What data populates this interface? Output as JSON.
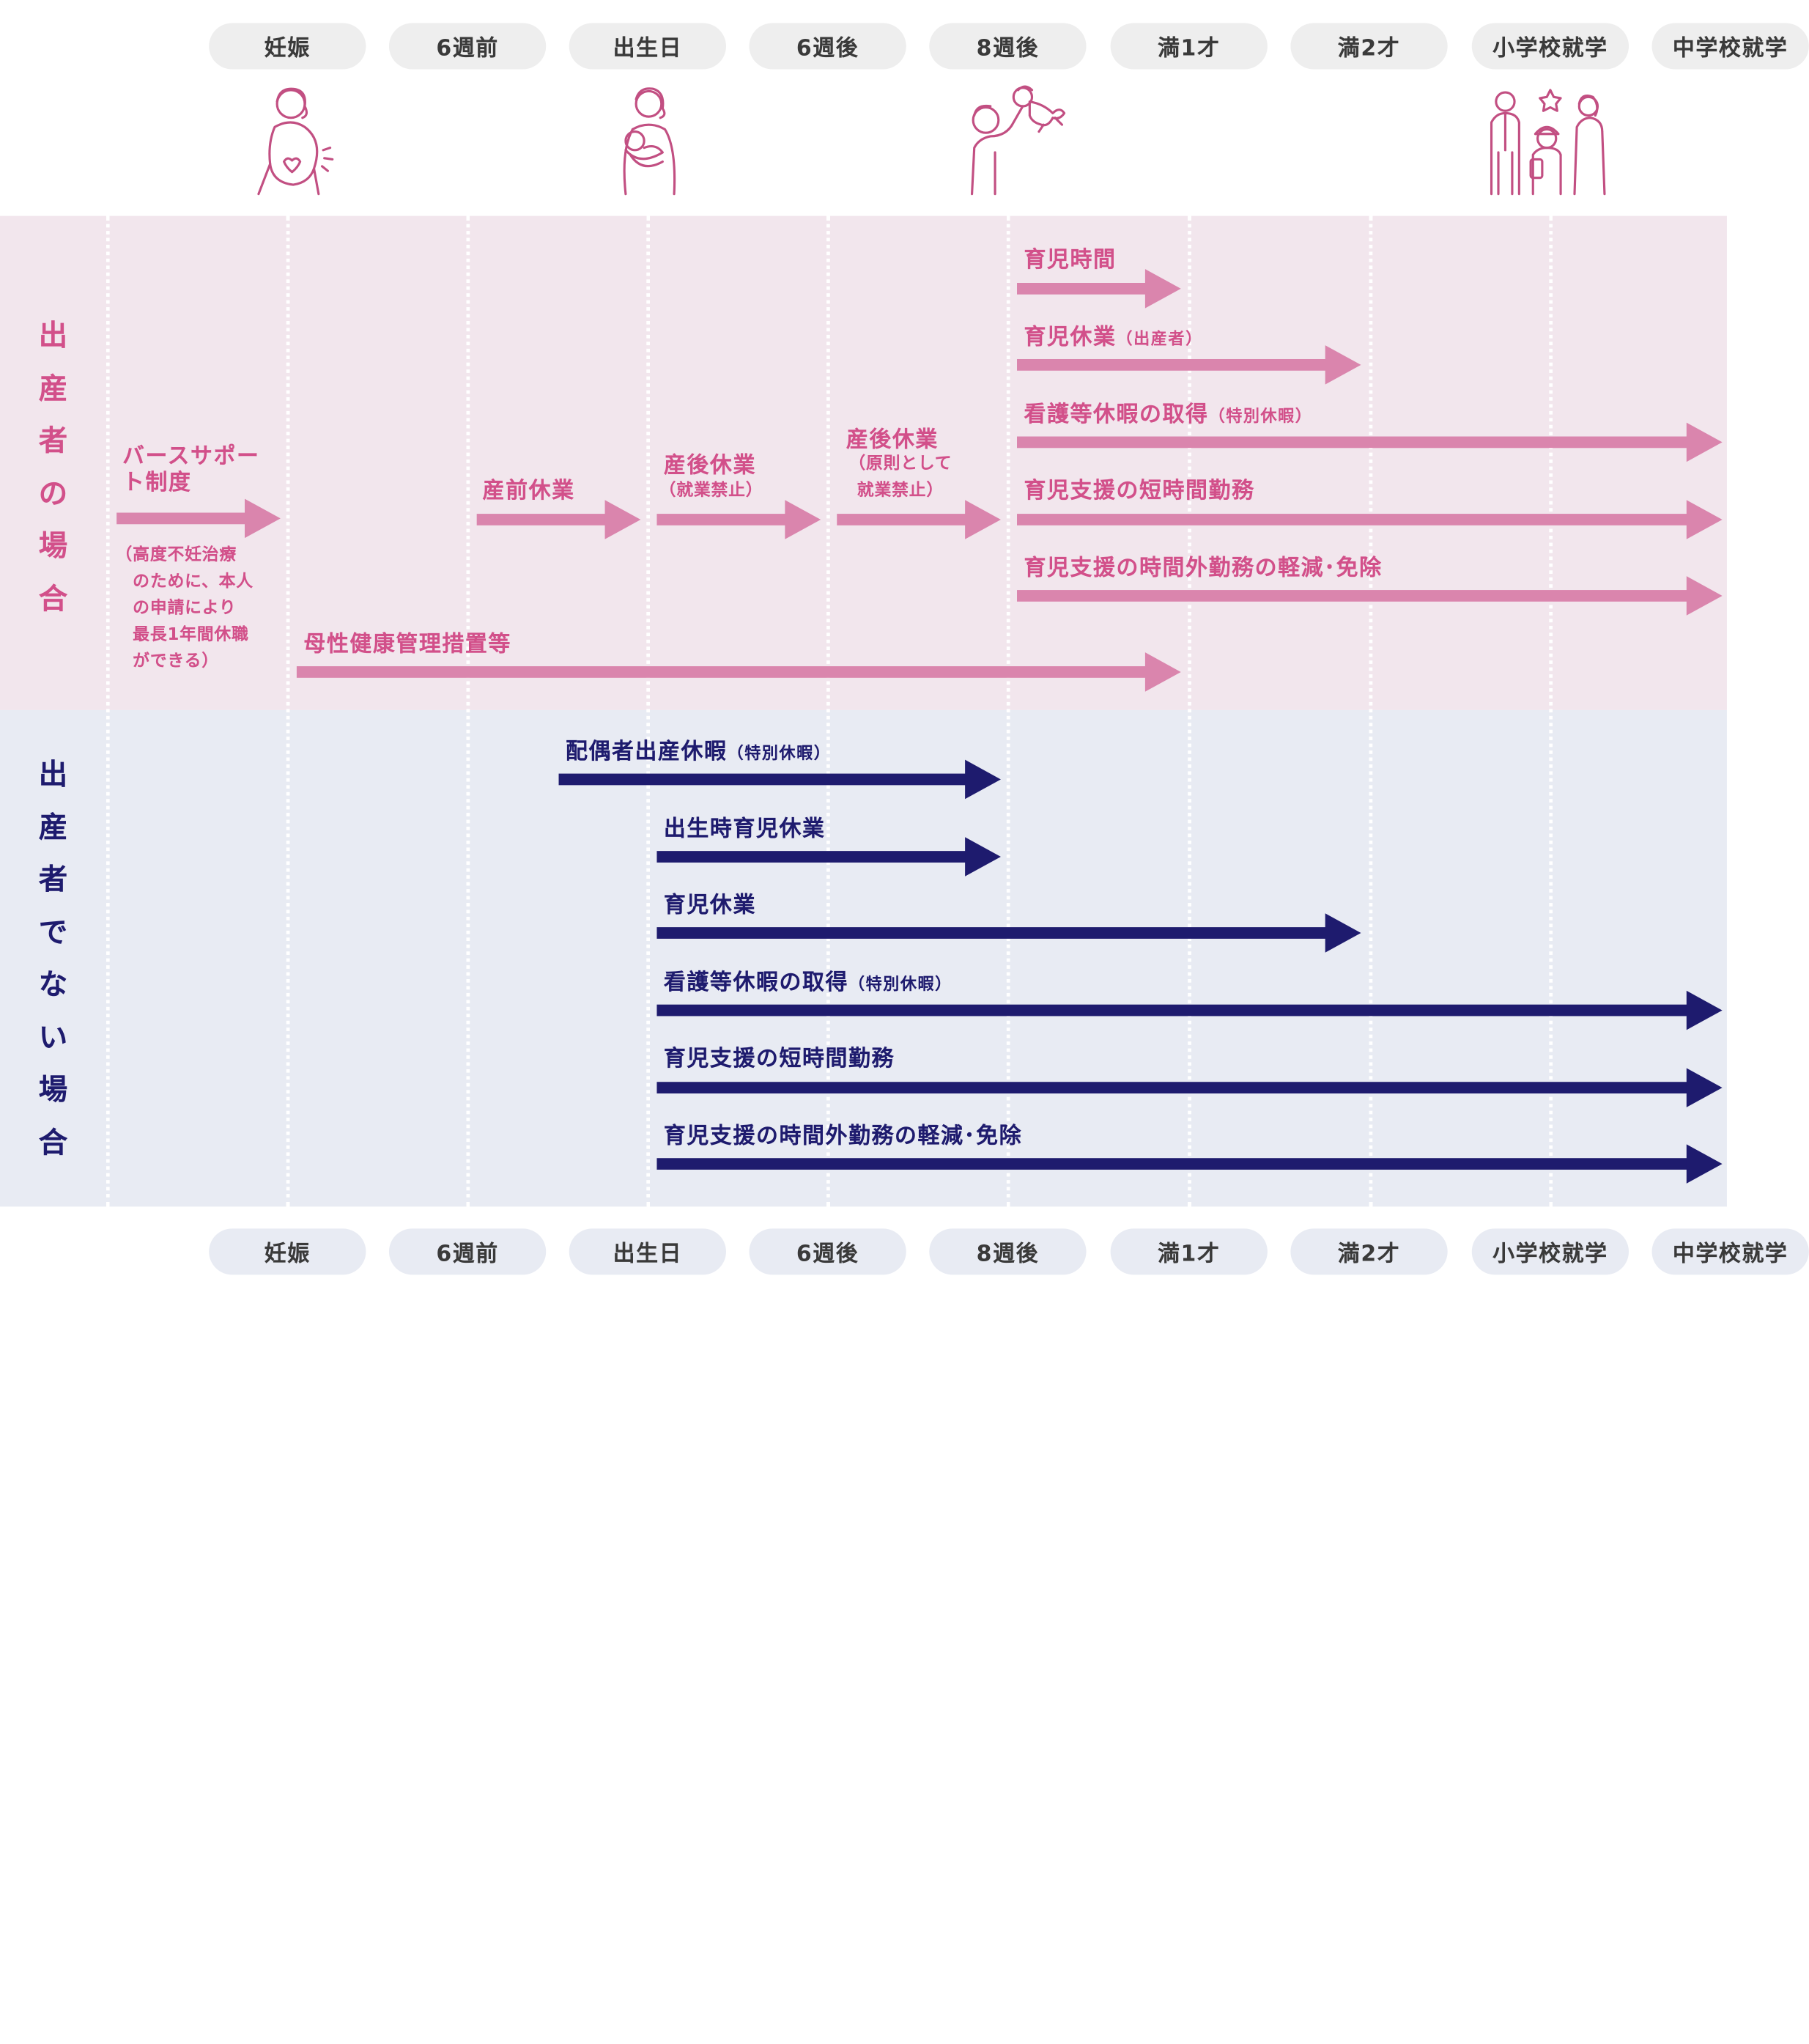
{
  "milestones": [
    "妊娠",
    "6週前",
    "出生日",
    "6週後",
    "8週後",
    "満1才",
    "満2才",
    "小学校就学",
    "中学校就学"
  ],
  "sections": {
    "birth_parent": "出\n産\n者\nの\n場\n合",
    "non_birth_parent": "出\n産\n者\nで\nな\nい\n場\n合"
  },
  "birth_parent_items": {
    "ikuji_jikan": "育児時間",
    "ikuji_kyugyo": "育児休業",
    "ikuji_kyugyo_sub": "（出産者）",
    "kango": "看護等休暇の取得",
    "kango_sub": "（特別休暇）",
    "tanjikan": "育児支援の短時間勤務",
    "jikangai": "育児支援の時間外勤務の軽減･免除",
    "birth_support": "バースサポー\nト制度",
    "birth_support_note": "（高度不妊治療\n　のために、本人\n　の申請により\n　最長1年間休職\n　ができる）",
    "sanzen": "産前休業",
    "sango1": "産後休業",
    "sango1_sub": "（就業禁止）",
    "sango2": "産後休業",
    "sango2_sub": "（原則として\n就業禁止）",
    "bosei": "母性健康管理措置等"
  },
  "non_birth_parent_items": {
    "haigusha": "配偶者出産休暇",
    "haigusha_sub": "（特別休暇）",
    "shusseiji": "出生時育児休業",
    "ikuji_kyugyo": "育児休業",
    "kango": "看護等休暇の取得",
    "kango_sub": "（特別休暇）",
    "tanjikan": "育児支援の短時間勤務",
    "jikangai": "育児支援の時間外勤務の軽減･免除"
  },
  "illustrations": [
    "pregnant-woman-icon",
    "mother-holding-baby-icon",
    "parent-lifting-baby-icon",
    "family-school-entry-icon"
  ],
  "colors": {
    "pink_text": "#d2508a",
    "pink_arrow": "#da85ad",
    "pink_band": "#f2e6ed",
    "navy": "#1e1b6e",
    "blue_band": "#e8ebf3"
  }
}
